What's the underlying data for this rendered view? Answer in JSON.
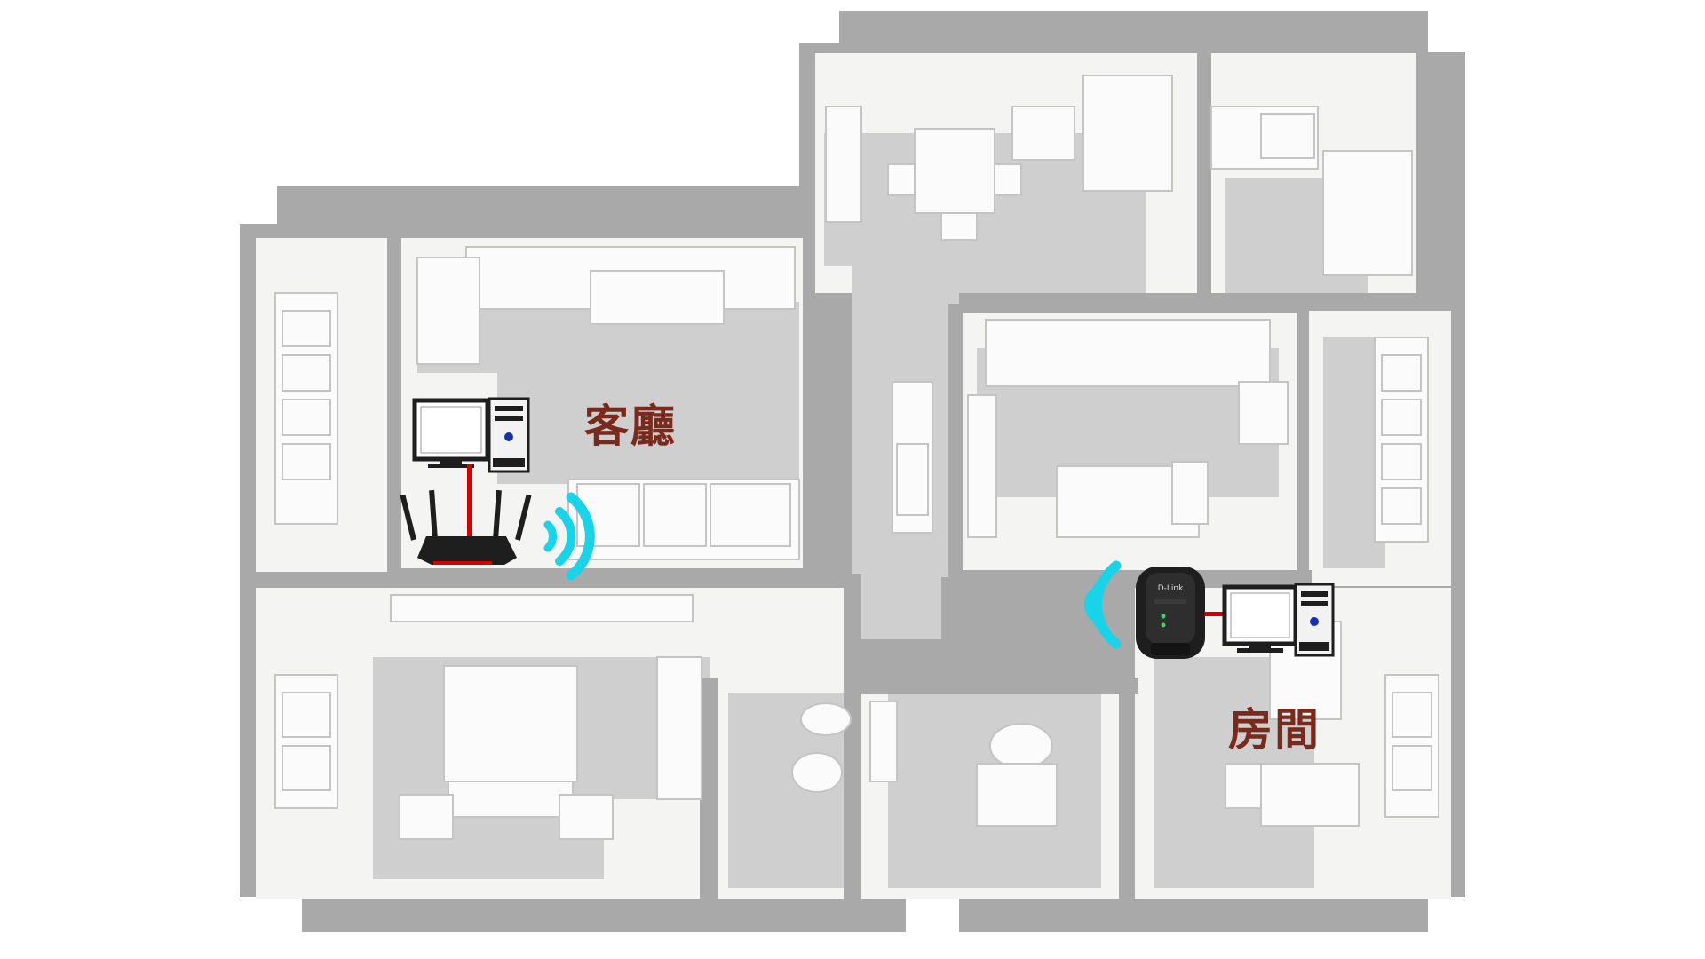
{
  "labels": {
    "living_room": "客廳",
    "bedroom": "房間"
  },
  "extender": {
    "brand": "D-Link"
  },
  "colors": {
    "wall": "#a9a9a9",
    "floor": "#cfcfcf",
    "room_white": "#f4f4f2",
    "label": "#7a2a1c",
    "cable": "#d40000",
    "wifi": "#19d3e8",
    "device_dark": "#1e1e1e"
  },
  "icons": [
    "router-icon",
    "desktop-computer-icon",
    "wifi-signal-icon",
    "range-extender-icon"
  ]
}
